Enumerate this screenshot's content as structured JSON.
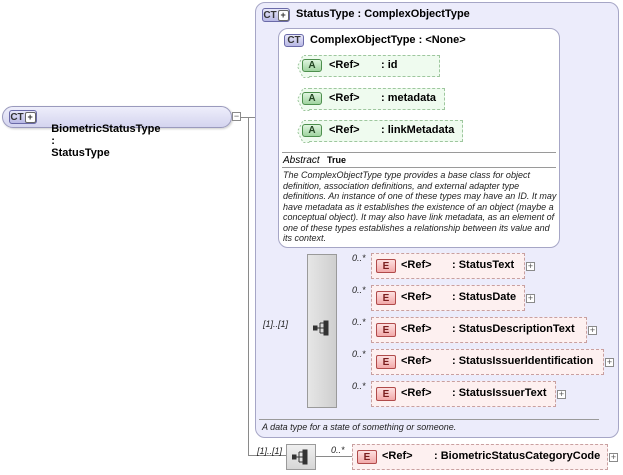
{
  "root": {
    "icon": "CT",
    "name": "BiometricStatusType",
    "separator": ":",
    "type": "StatusType"
  },
  "status_type": {
    "icon": "CT",
    "title": "StatusType : ComplexObjectType",
    "documentation": "A data type for a state of something or someone."
  },
  "complex_object_type": {
    "icon": "CT",
    "title": "ComplexObjectType : <None>",
    "attributes": [
      {
        "icon": "A",
        "ref": "<Ref>",
        "name": ": id"
      },
      {
        "icon": "A",
        "ref": "<Ref>",
        "name": ": metadata"
      },
      {
        "icon": "A",
        "ref": "<Ref>",
        "name": ": linkMetadata"
      }
    ],
    "abstract_label": "Abstract",
    "abstract_value": "True",
    "documentation": "The ComplexObjectType type provides a base class for object definition, association definitions, and external adapter type definitions. An instance of one of these types may have an ID. It may have metadata as it establishes the existence of an object (maybe a conceptual object). It may also have link metadata, as an element of one of these types establishes a relationship between its value and its context."
  },
  "sequence": {
    "cardinality": "[1]..[1]",
    "elements": [
      {
        "icon": "E",
        "cardinality": "0..*",
        "ref": "<Ref>",
        "name": ": StatusText"
      },
      {
        "icon": "E",
        "cardinality": "0..*",
        "ref": "<Ref>",
        "name": ": StatusDate"
      },
      {
        "icon": "E",
        "cardinality": "0..*",
        "ref": "<Ref>",
        "name": ": StatusDescriptionText"
      },
      {
        "icon": "E",
        "cardinality": "0..*",
        "ref": "<Ref>",
        "name": ": StatusIssuerIdentification"
      },
      {
        "icon": "E",
        "cardinality": "0..*",
        "ref": "<Ref>",
        "name": ": StatusIssuerText"
      }
    ]
  },
  "extension_sequence": {
    "cardinality": "[1]..[1]",
    "element": {
      "icon": "E",
      "cardinality": "0..*",
      "ref": "<Ref>",
      "name": ": BiometricStatusCategoryCode"
    }
  },
  "icons": {
    "expand": "plus-icon",
    "sequence": "sequence-icon"
  },
  "colors": {
    "complex_type_bg": "#ececfb",
    "attribute_bg": "#effbef",
    "element_bg": "#fdf0f0"
  }
}
